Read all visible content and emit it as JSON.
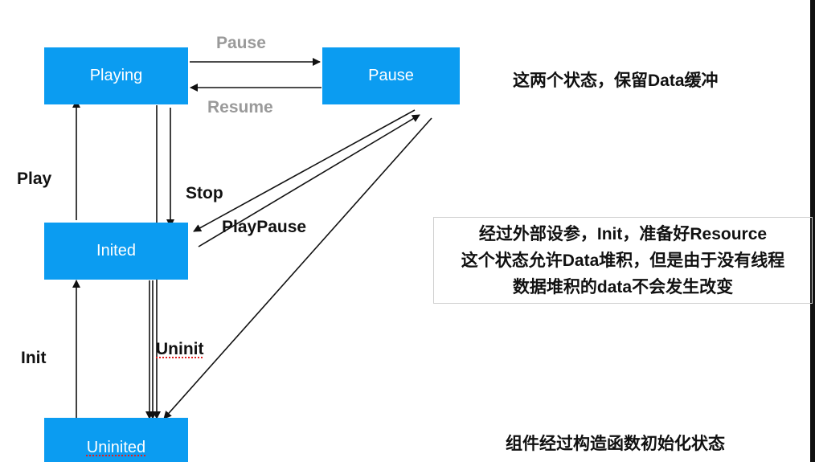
{
  "states": {
    "playing": "Playing",
    "pause": "Pause",
    "inited": "Inited",
    "uninited": "Uninited"
  },
  "transitions": {
    "pause": "Pause",
    "resume": "Resume",
    "play": "Play",
    "stop": "Stop",
    "play_pause": "PlayPause",
    "init": "Init",
    "uninit": "Uninit"
  },
  "notes": {
    "pause_note": "这两个状态，保留Data缓冲",
    "inited_note": [
      "经过外部设参，Init，准备好Resource",
      "这个状态允许Data堆积，但是由于没有线程",
      "数据堆积的data不会发生改变"
    ],
    "uninited_note": "组件经过构造函数初始化状态"
  },
  "colors": {
    "state_fill": "#0b9cf1",
    "state_text": "#ffffff",
    "arrow": "#111111",
    "muted_label": "#9a9a9a"
  }
}
